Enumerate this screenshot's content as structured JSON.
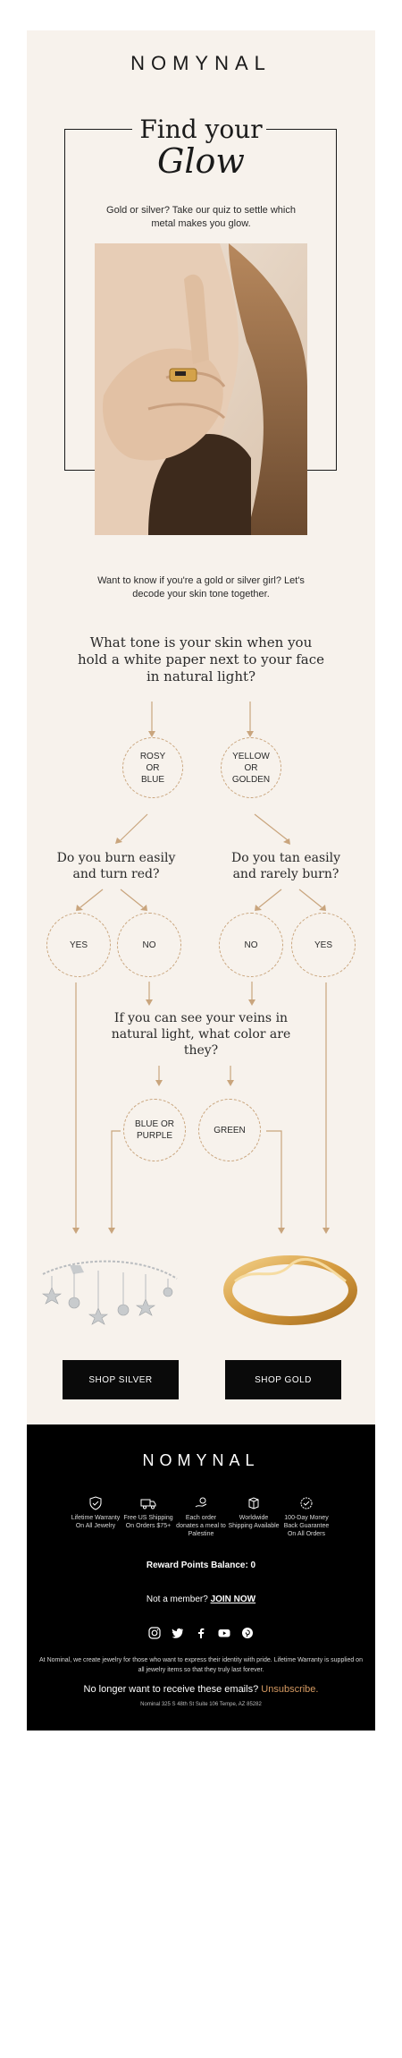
{
  "brand": {
    "logo": "NOMYNAL"
  },
  "hero": {
    "title_line1": "Find your",
    "title_line2": "Glow",
    "subtitle": "Gold or silver? Take our quiz to settle which metal makes you glow."
  },
  "intro": "Want to know if you're a gold or silver girl? Let's decode your skin tone together.",
  "quiz": {
    "q1": "What tone is your skin when you hold a white paper next to your face in natural light?",
    "a1_left": "ROSY\nOR\nBLUE",
    "a1_right": "YELLOW\nOR\nGOLDEN",
    "q2_left": "Do you burn easily and turn red?",
    "q2_right": "Do you tan easily and rarely burn?",
    "yes1": "YES",
    "no1": "NO",
    "no2": "NO",
    "yes2": "YES",
    "q3": "If you can see your veins in natural light, what color are they?",
    "a3_left": "BLUE OR\nPURPLE",
    "a3_right": "GREEN"
  },
  "buttons": {
    "silver": "SHOP SILVER",
    "gold": "SHOP GOLD"
  },
  "colors": {
    "accent": "#c9a57d",
    "cream": "#f7f2ec",
    "dark": "#0a0a0a",
    "link": "#d59a62"
  },
  "footer": {
    "logo": "NOMYNAL",
    "perks": [
      {
        "icon": "shield-check-icon",
        "label": "Lifetime Warranty On All Jewelry"
      },
      {
        "icon": "truck-icon",
        "label": "Free US Shipping On Orders $75+"
      },
      {
        "icon": "donate-icon",
        "label": "Each order donates a meal to Palestine"
      },
      {
        "icon": "package-icon",
        "label": "Worldwide Shipping Available"
      },
      {
        "icon": "guarantee-badge-icon",
        "label": "100-Day Money Back Guarantee On All Orders"
      }
    ],
    "reward": "Reward Points Balance: 0",
    "member_text": "Not a member?",
    "member_link": "JOIN NOW",
    "social_icons": [
      "instagram-icon",
      "twitter-icon",
      "facebook-icon",
      "youtube-icon",
      "pinterest-icon"
    ],
    "legal": "At Nominal, we create jewelry for those who want to express their identity with pride. Lifetime Warranty is supplied on all jewelry items so that they truly last forever.",
    "unsub_text": "No longer want to receive these emails?",
    "unsub_link": "Unsubscribe.",
    "address": "Nominal 325 S 48th St Suite 106 Tempe, AZ 85282"
  }
}
